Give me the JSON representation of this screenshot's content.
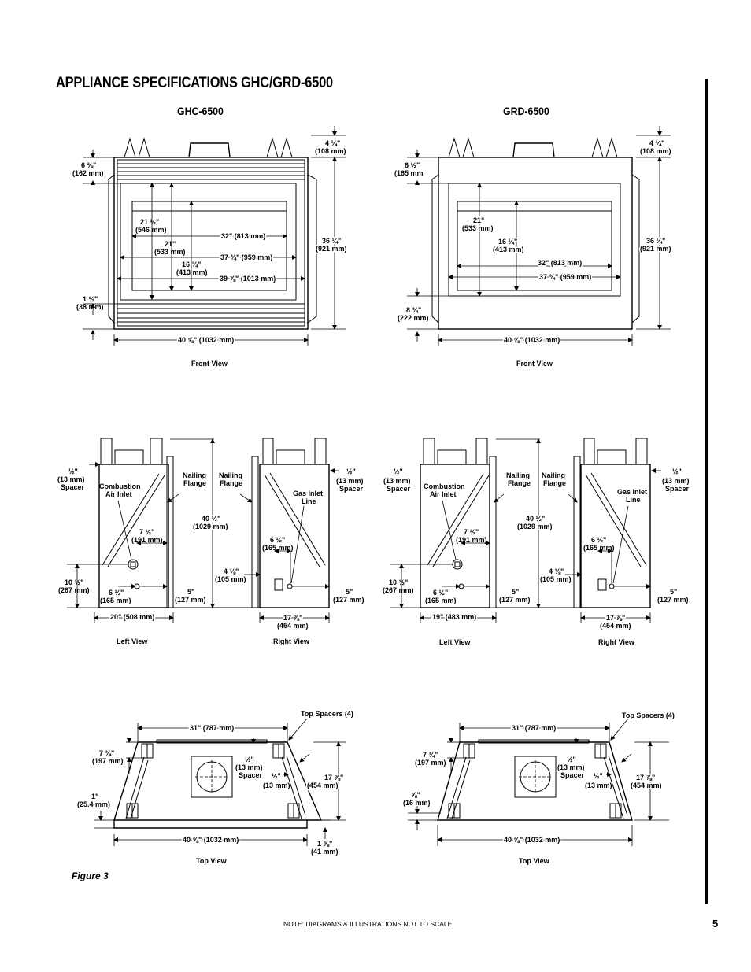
{
  "page": {
    "title": "APPLIANCE SPECIFICATIONS GHC/GRD-6500",
    "page_number": "5",
    "note": "NOTE: DIAGRAMS & ILLUSTRATIONS NOT TO SCALE.",
    "figure": "Figure 3"
  },
  "ghc": {
    "label": "GHC-6500",
    "front": {
      "view": "Front View",
      "top_h": "4 ¼\"",
      "top_h_mm": "(108 mm)",
      "left_top": "6 ⅜\"",
      "left_top_mm": "(162 mm)",
      "h1": "21 ½\"",
      "h1_mm": "(546 mm)",
      "h2": "21\"",
      "h2_mm": "(533 mm)",
      "h3": "16 ¼\"",
      "h3_mm": "(413 mm)",
      "w1": "32\" (813 mm)",
      "w2": "37 ¾\" (959 mm)",
      "w3": "39 ⅞\" (1013 mm)",
      "total_h": "36 ¼\"",
      "total_h_mm": "(921 mm)",
      "bottom": "1 ½\"",
      "bottom_mm": "(38 mm)",
      "width": "40 ⅝\" (1032 mm)"
    },
    "side": {
      "left_view": "Left View",
      "right_view": "Right View",
      "spacer_l": "½\"",
      "spacer_l_mm": "(13 mm)",
      "spacer_l_lbl": "Spacer",
      "comb": "Combustion",
      "comb2": "Air Inlet",
      "nail_l": "Nailing",
      "nail_l2": "Flange",
      "nail_r": "Nailing",
      "nail_r2": "Flange",
      "spacer_r": "½\"",
      "spacer_r_mm": "(13 mm)",
      "spacer_r_lbl": "Spacer",
      "gas": "Gas Inlet",
      "gas2": "Line",
      "d75": "7 ½\"",
      "d75_mm": "(191 mm)",
      "h405": "40 ½\"",
      "h405_mm": "(1029 mm)",
      "r65": "6 ½\"",
      "r65_mm": "(165 mm)",
      "d418": "4 ⅛\"",
      "d418_mm": "(105 mm)",
      "l105": "10 ½\"",
      "l105_mm": "(267 mm)",
      "l65": "6 ½\"",
      "l65_mm": "(165 mm)",
      "c5": "5\"",
      "c5_mm": "(127 mm)",
      "r5": "5\"",
      "r5_mm": "(127 mm)",
      "depth_l": "20\" (508 mm)",
      "depth_r": "17 ⅞\"",
      "depth_r_mm": "(454 mm)"
    },
    "top": {
      "view": "Top View",
      "spacers": "Top Spacers (4)",
      "w31": "31\" (787 mm)",
      "d734": "7 ¾\"",
      "d734_mm": "(197 mm)",
      "sp": "½\"",
      "sp_mm": "(13 mm)",
      "sp_lbl": "Spacer",
      "sp2": "½\"",
      "sp2_mm": "(13 mm)",
      "d1778": "17 ⅞\"",
      "d1778_mm": "(454 mm)",
      "d1": "1\"",
      "d1_mm": "(25.4 mm)",
      "width": "40 ⅝\" (1032 mm)",
      "d158": "1 ⅝\"",
      "d158_mm": "(41 mm)"
    }
  },
  "grd": {
    "label": "GRD-6500",
    "front": {
      "view": "Front View",
      "top_h": "4 ¼\"",
      "top_h_mm": "(108 mm)",
      "left_top": "6 ½\"",
      "left_top_mm": "(165 mm",
      "h2": "21\"",
      "h2_mm": "(533 mm)",
      "h3": "16 ¼\"",
      "h3_mm": "(413 mm)",
      "w1": "32\" (813 mm)",
      "w2": "37 ¾\" (959 mm)",
      "total_h": "36 ¼\"",
      "total_h_mm": "(921 mm)",
      "bottom": "8 ¾\"",
      "bottom_mm": "(222 mm)",
      "width": "40 ⅝\" (1032 mm)"
    },
    "side": {
      "left_view": "Left View",
      "right_view": "Right View",
      "spacer_l": "½\"",
      "spacer_l_mm": "(13 mm)",
      "spacer_l_lbl": "Spacer",
      "comb": "Combustion",
      "comb2": "Air Inlet",
      "nail_l": "Nailing",
      "nail_l2": "Flange",
      "nail_r": "Nailing",
      "nail_r2": "Flange",
      "spacer_r": "½\"",
      "spacer_r_mm": "(13 mm)",
      "spacer_r_lbl": "Spacer",
      "gas": "Gas Inlet",
      "gas2": "Line",
      "d75": "7 ½\"",
      "d75_mm": "(191 mm)",
      "h405": "40 ½\"",
      "h405_mm": "(1029 mm)",
      "r65": "6 ½\"",
      "r65_mm": "(165 mm)",
      "d418": "4 ⅛\"",
      "d418_mm": "(105 mm)",
      "l105": "10 ½\"",
      "l105_mm": "(267 mm)",
      "l65": "6 ½\"",
      "l65_mm": "(165 mm)",
      "c5": "5\"",
      "c5_mm": "(127 mm)",
      "r5": "5\"",
      "r5_mm": "(127 mm)",
      "depth_l": "19\" (483 mm)",
      "depth_r": "17 ⅞\"",
      "depth_r_mm": "(454 mm)"
    },
    "top": {
      "view": "Top View",
      "spacers": "Top Spacers (4)",
      "w31": "31\" (787 mm)",
      "d734": "7 ¾\"",
      "d734_mm": "(197 mm)",
      "sp": "½\"",
      "sp_mm": "(13 mm)",
      "sp_lbl": "Spacer",
      "sp2": "½\"",
      "sp2_mm": "(13 mm)",
      "d1778": "17 ⅞\"",
      "d1778_mm": "(454 mm)",
      "d58": "⅝\"",
      "d58_mm": "(16 mm)",
      "width": "40 ⅝\" (1032 mm)"
    }
  }
}
